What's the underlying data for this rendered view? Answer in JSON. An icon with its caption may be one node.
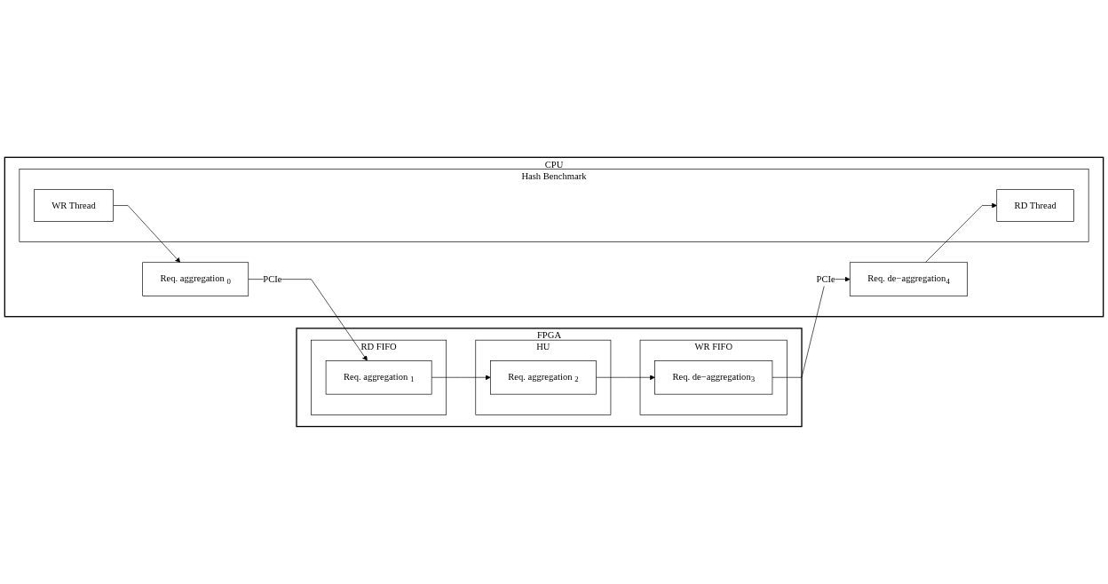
{
  "diagram": {
    "nodes": [
      {
        "text": [
          "CPU"
        ]
      },
      {
        "text": [
          "Hash Benchmark"
        ],
        "in": 0
      },
      {
        "text": [
          "WR Thread"
        ],
        "in": 1
      },
      {
        "text": [
          "RD Thread"
        ],
        "in": 1
      },
      {
        "text": [
          "Req. aggregation $_{0}$"
        ],
        "in": 0
      },
      {
        "text": [
          "Req. de−aggregation$_{4}$"
        ],
        "in": 0
      },
      {
        "text": [
          "FPGA"
        ]
      },
      {
        "text": [
          "RD FIFO"
        ],
        "in": 6
      },
      {
        "text": [
          "Req. aggregation $_{1}$"
        ],
        "in": 7
      },
      {
        "text": [
          "HU"
        ],
        "in": 6
      },
      {
        "text": [
          "Req. aggregation $_{2}$"
        ],
        "in": 9
      },
      {
        "text": [
          "WR FIFO"
        ],
        "in": 6
      },
      {
        "text": [
          "Req. de−aggregation$_{3}$"
        ],
        "in": 11
      }
    ],
    "edges": [
      {
        "from": 2,
        "to": 4,
        "arrow": "to"
      },
      {
        "from": 4,
        "to": 8,
        "arrow": "to",
        "label": "PCIe"
      },
      {
        "from": 8,
        "to": 10,
        "arrow": "to"
      },
      {
        "from": 10,
        "to": 12,
        "arrow": "to"
      },
      {
        "from": 12,
        "to": 5,
        "arrow": "to",
        "label": "PCIe"
      },
      {
        "from": 5,
        "to": 3,
        "arrow": "to"
      }
    ]
  }
}
